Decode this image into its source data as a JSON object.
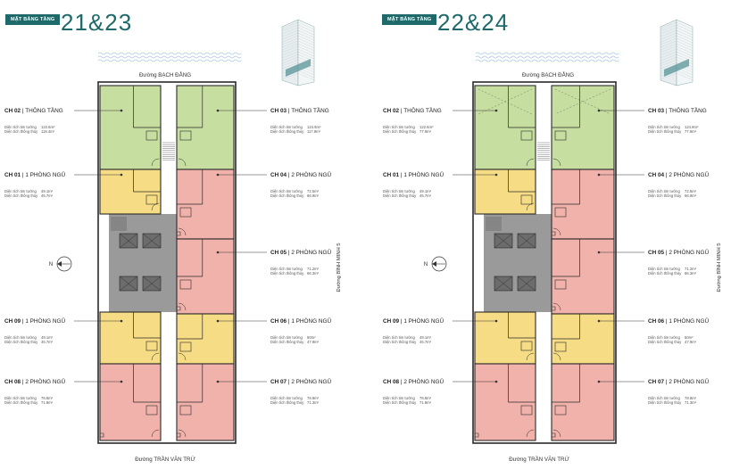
{
  "panels": [
    {
      "id": "left",
      "badge": "MẶT BẰNG TẦNG",
      "floors": "21&23",
      "road_top": "Đường BẠCH ĐẰNG",
      "road_bottom": "Đường TRẦN VĂN TRỨ",
      "road_side": "Đường BÌNH MINH 5",
      "compass": "N",
      "units": [
        {
          "code": "CH 02",
          "type": "THÔNG TẦNG",
          "a1_label": "Diện tích tim tường",
          "a1": "122.6m²",
          "a2_label": "Diện tích thông thủy",
          "a2": "118.4m²"
        },
        {
          "code": "CH 01",
          "type": "1 PHÒNG NGỦ",
          "a1_label": "Diện tích tim tường",
          "a1": "49.1m²",
          "a2_label": "Diện tích thông thủy",
          "a2": "45.7m²"
        },
        {
          "code": "CH 09",
          "type": "1 PHÒNG NGỦ",
          "a1_label": "Diện tích tim tường",
          "a1": "49.1m²",
          "a2_label": "Diện tích thông thủy",
          "a2": "45.7m²"
        },
        {
          "code": "CH 08",
          "type": "2 PHÒNG NGỦ",
          "a1_label": "Diện tích tim tường",
          "a1": "78.8m²",
          "a2_label": "Diện tích thông thủy",
          "a2": "71.8m²"
        },
        {
          "code": "CH 03",
          "type": "THÔNG TẦNG",
          "a1_label": "Diện tích tim tường",
          "a1": "124.9m²",
          "a2_label": "Diện tích thông thủy",
          "a2": "117.9m²"
        },
        {
          "code": "CH 04",
          "type": "2 PHÒNG NGỦ",
          "a1_label": "Diện tích tim tường",
          "a1": "72.5m²",
          "a2_label": "Diện tích thông thủy",
          "a2": "66.9m²"
        },
        {
          "code": "CH 05",
          "type": "2 PHÒNG NGỦ",
          "a1_label": "Diện tích tim tường",
          "a1": "71.2m²",
          "a2_label": "Diện tích thông thủy",
          "a2": "66.3m²"
        },
        {
          "code": "CH 06",
          "type": "1 PHÒNG NGỦ",
          "a1_label": "Diện tích tim tường",
          "a1": "50m²",
          "a2_label": "Diện tích thông thủy",
          "a2": "47.9m²"
        },
        {
          "code": "CH 07",
          "type": "2 PHÒNG NGỦ",
          "a1_label": "Diện tích tim tường",
          "a1": "78.8m²",
          "a2_label": "Diện tích thông thủy",
          "a2": "71.3m²"
        }
      ]
    },
    {
      "id": "right",
      "badge": "MẶT BẰNG TẦNG",
      "floors": "22&24",
      "road_top": "Đường BẠCH ĐẰNG",
      "road_bottom": "Đường TRẦN VĂN TRỨ",
      "road_side": "Đường BÌNH MINH 5",
      "compass": "N",
      "units": [
        {
          "code": "CH 02",
          "type": "THÔNG TẦNG",
          "a1_label": "Diện tích tim tường",
          "a1": "122.6m²",
          "a2_label": "Diện tích thông thủy",
          "a2": "77.9m²"
        },
        {
          "code": "CH 01",
          "type": "1 PHÒNG NGỦ",
          "a1_label": "Diện tích tim tường",
          "a1": "49.1m²",
          "a2_label": "Diện tích thông thủy",
          "a2": "45.7m²"
        },
        {
          "code": "CH 09",
          "type": "1 PHÒNG NGỦ",
          "a1_label": "Diện tích tim tường",
          "a1": "49.1m²",
          "a2_label": "Diện tích thông thủy",
          "a2": "45.7m²"
        },
        {
          "code": "CH 08",
          "type": "2 PHÒNG NGỦ",
          "a1_label": "Diện tích tim tường",
          "a1": "78.8m²",
          "a2_label": "Diện tích thông thủy",
          "a2": "71.8m²"
        },
        {
          "code": "CH 03",
          "type": "THÔNG TẦNG",
          "a1_label": "Diện tích tim tường",
          "a1": "124.9m²",
          "a2_label": "Diện tích thông thủy",
          "a2": "77.9m²"
        },
        {
          "code": "CH 04",
          "type": "2 PHÒNG NGỦ",
          "a1_label": "Diện tích tim tường",
          "a1": "72.5m²",
          "a2_label": "Diện tích thông thủy",
          "a2": "66.9m²"
        },
        {
          "code": "CH 05",
          "type": "2 PHÒNG NGỦ",
          "a1_label": "Diện tích tim tường",
          "a1": "71.2m²",
          "a2_label": "Diện tích thông thủy",
          "a2": "66.3m²"
        },
        {
          "code": "CH 06",
          "type": "1 PHÒNG NGỦ",
          "a1_label": "Diện tích tim tường",
          "a1": "50m²",
          "a2_label": "Diện tích thông thủy",
          "a2": "47.9m²"
        },
        {
          "code": "CH 07",
          "type": "2 PHÒNG NGỦ",
          "a1_label": "Diện tích tim tường",
          "a1": "78.8m²",
          "a2_label": "Diện tích thông thủy",
          "a2": "71.3m²"
        }
      ]
    }
  ],
  "colors": {
    "accent": "#1e6a6a",
    "penthouse": "#c6dea0",
    "one_bed": "#f6dc85",
    "two_bed": "#f1b2ab",
    "core": "#9a9a9a",
    "wall": "#2a2a2a",
    "water": "#a9c9e6"
  }
}
